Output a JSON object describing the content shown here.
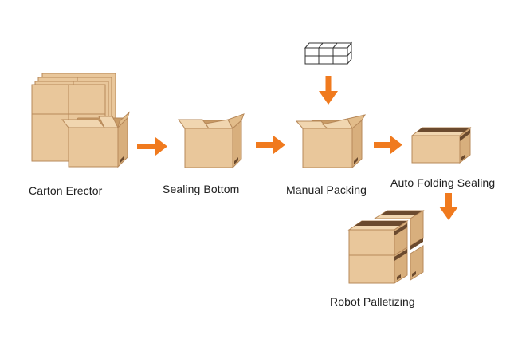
{
  "steps": [
    {
      "id": "carton-erector",
      "label": "Carton Erector"
    },
    {
      "id": "sealing-bottom",
      "label": "Sealing Bottom"
    },
    {
      "id": "manual-packing",
      "label": "Manual Packing"
    },
    {
      "id": "auto-folding-sealing",
      "label": "Auto Folding Sealing"
    },
    {
      "id": "robot-palletizing",
      "label": "Robot Palletizing"
    }
  ],
  "colors": {
    "box_front": "#E9C79B",
    "box_side": "#D8AF7D",
    "box_top": "#F1D6B0",
    "box_inner": "#C99B66",
    "box_outline": "#B7895A",
    "tape": "#6B4A2E",
    "arrow": "#F07A1E",
    "product_outline": "#333333"
  }
}
